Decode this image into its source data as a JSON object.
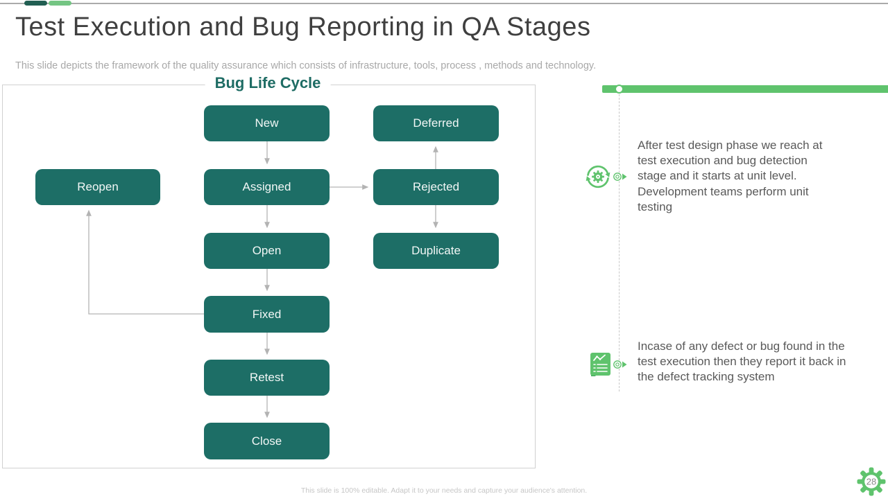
{
  "slide": {
    "title": "Test Execution and Bug Reporting in QA Stages",
    "subtitle": "This slide depicts the framework of the quality assurance which consists of infrastructure, tools, process , methods and technology.",
    "footer": "This slide is 100% editable. Adapt it to your needs and capture your audience's attention.",
    "page_number": "28",
    "accent_colors": {
      "teal": "#1d6e66",
      "dark_pill": "#215e52",
      "green": "#5fc36d",
      "arrow_gray": "#b3b3b3"
    }
  },
  "diagram": {
    "title": "Bug Life Cycle",
    "node_color": "#1d6e66",
    "nodes": [
      {
        "id": "new",
        "label": "New"
      },
      {
        "id": "deferred",
        "label": "Deferred"
      },
      {
        "id": "reopen",
        "label": "Reopen"
      },
      {
        "id": "assigned",
        "label": "Assigned"
      },
      {
        "id": "rejected",
        "label": "Rejected"
      },
      {
        "id": "open",
        "label": "Open"
      },
      {
        "id": "duplicate",
        "label": "Duplicate"
      },
      {
        "id": "fixed",
        "label": "Fixed"
      },
      {
        "id": "retest",
        "label": "Retest"
      },
      {
        "id": "close",
        "label": "Close"
      }
    ],
    "edges": [
      {
        "from": "new",
        "to": "assigned"
      },
      {
        "from": "assigned",
        "to": "open"
      },
      {
        "from": "assigned",
        "to": "rejected"
      },
      {
        "from": "rejected",
        "to": "deferred"
      },
      {
        "from": "rejected",
        "to": "duplicate"
      },
      {
        "from": "open",
        "to": "fixed"
      },
      {
        "from": "fixed",
        "to": "retest"
      },
      {
        "from": "retest",
        "to": "close"
      },
      {
        "from": "fixed",
        "to": "reopen"
      }
    ]
  },
  "timeline": {
    "items": [
      {
        "icon": "sync-gear-icon",
        "text": "After test design phase we reach at test execution and bug detection stage and it starts at unit level. Development teams perform unit testing"
      },
      {
        "icon": "bug-report-document-icon",
        "text": "Incase of any defect or bug found in the test execution then they report it back in the defect tracking system"
      }
    ]
  }
}
